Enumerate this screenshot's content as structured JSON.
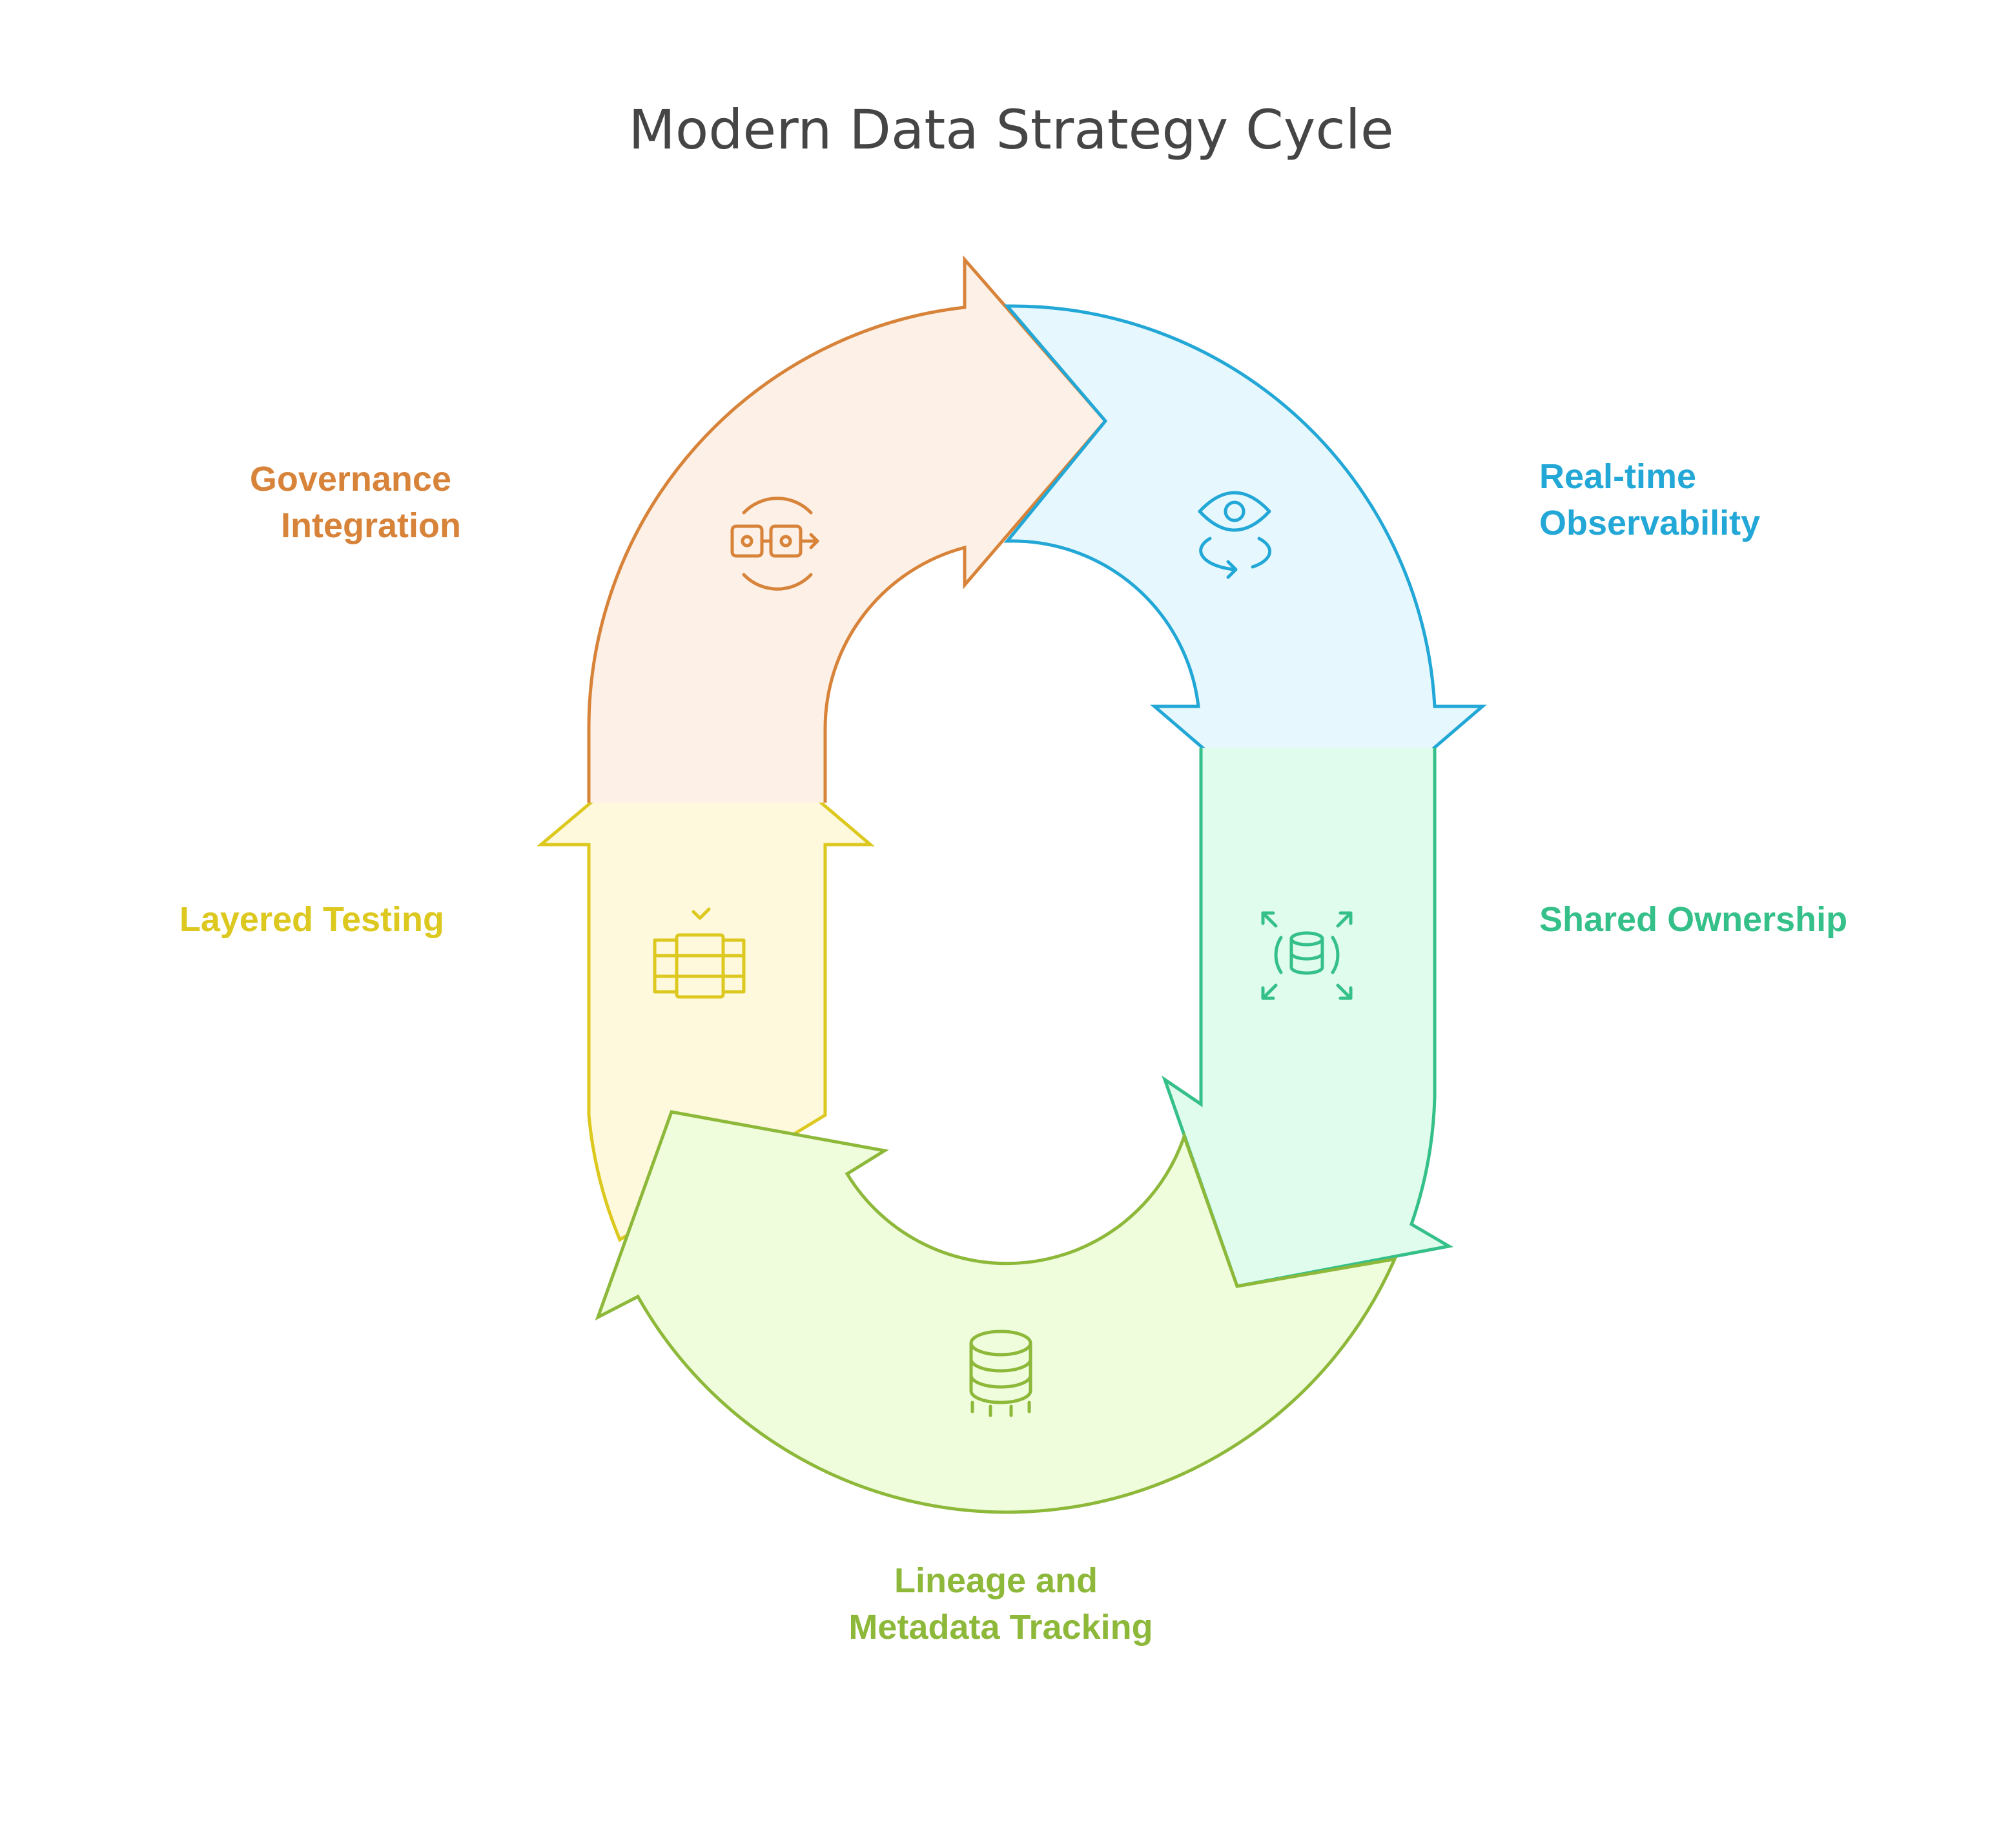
{
  "title": "Modern Data Strategy Cycle",
  "colors": {
    "governance": "#D8833A",
    "observability": "#22A7D6",
    "ownership": "#35C08A",
    "lineage": "#8DB83A",
    "testing": "#DCC81E"
  },
  "stages": [
    {
      "id": "governance",
      "lines": [
        "Governance",
        "Integration"
      ],
      "icon": "governance-integration-icon"
    },
    {
      "id": "observability",
      "lines": [
        "Real-time",
        "Observability"
      ],
      "icon": "eye-refresh-icon"
    },
    {
      "id": "ownership",
      "lines": [
        "Shared Ownership"
      ],
      "icon": "database-expand-icon"
    },
    {
      "id": "lineage",
      "lines": [
        "Lineage and",
        "Metadata Tracking"
      ],
      "icon": "database-stack-icon"
    },
    {
      "id": "testing",
      "lines": [
        "Layered Testing"
      ],
      "icon": "layered-server-check-icon"
    }
  ]
}
